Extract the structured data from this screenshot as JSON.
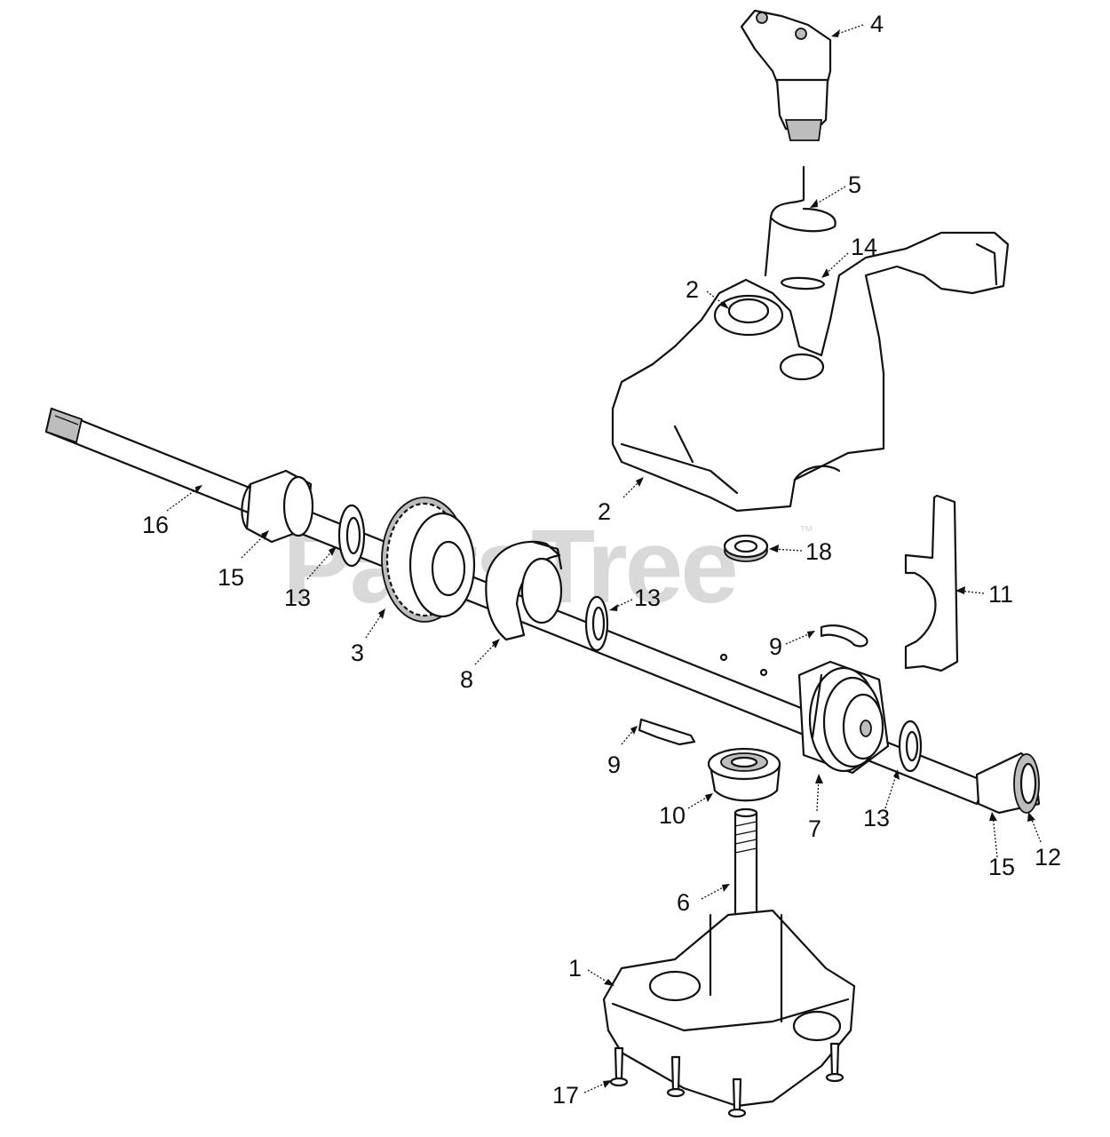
{
  "watermark": {
    "text": "PartsTree",
    "trademark": "™"
  },
  "callouts": [
    {
      "id": "c4",
      "text": "4"
    },
    {
      "id": "c5",
      "text": "5"
    },
    {
      "id": "c14",
      "text": "14"
    },
    {
      "id": "c2a",
      "text": "2"
    },
    {
      "id": "c2b",
      "text": "2"
    },
    {
      "id": "c16",
      "text": "16"
    },
    {
      "id": "c15a",
      "text": "15"
    },
    {
      "id": "c13a",
      "text": "13"
    },
    {
      "id": "c3",
      "text": "3"
    },
    {
      "id": "c8",
      "text": "8"
    },
    {
      "id": "c13b",
      "text": "13"
    },
    {
      "id": "c18",
      "text": "18"
    },
    {
      "id": "c11",
      "text": "11"
    },
    {
      "id": "c9a",
      "text": "9"
    },
    {
      "id": "c9b",
      "text": "9"
    },
    {
      "id": "c10",
      "text": "10"
    },
    {
      "id": "c7",
      "text": "7"
    },
    {
      "id": "c13c",
      "text": "13"
    },
    {
      "id": "c15b",
      "text": "15"
    },
    {
      "id": "c12",
      "text": "12"
    },
    {
      "id": "c6",
      "text": "6"
    },
    {
      "id": "c1",
      "text": "1"
    },
    {
      "id": "c17",
      "text": "17"
    }
  ]
}
